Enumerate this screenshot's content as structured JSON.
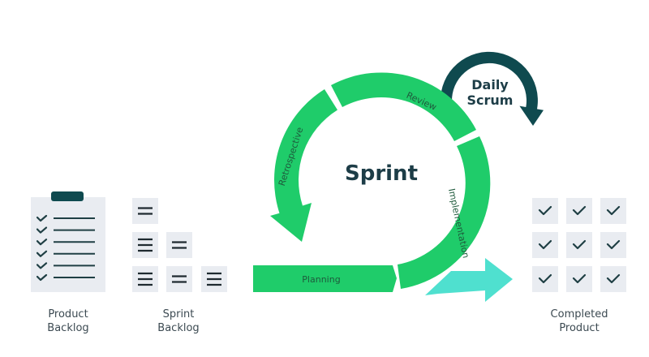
{
  "diagram": {
    "center_title": "Sprint",
    "daily_scrum": {
      "line1": "Daily",
      "line2": "Scrum"
    },
    "phases": {
      "review": "Review",
      "retrospective": "Retrospective",
      "implementation": "Implementation",
      "planning": "Planning"
    },
    "product_backlog": {
      "line1": "Product",
      "line2": "Backlog",
      "items": 6
    },
    "sprint_backlog": {
      "line1": "Sprint",
      "line2": "Backlog",
      "items": 6
    },
    "completed_product": {
      "line1": "Completed",
      "line2": "Product",
      "items": 9
    },
    "colors": {
      "green": "#1fcc6a",
      "teal_arrow": "#4fe0cf",
      "dark_teal": "#0f4a4f",
      "tile": "#e9ecf1",
      "text": "#1d3d47"
    }
  }
}
